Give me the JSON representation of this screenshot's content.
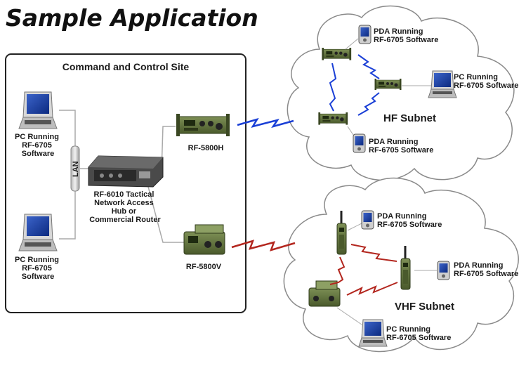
{
  "title": "Sample Application",
  "site": {
    "heading": "Command and Control Site",
    "pc_top": [
      "PC Running",
      "RF-6705",
      "Software"
    ],
    "pc_bottom": [
      "PC Running",
      "RF-6705",
      "Software"
    ],
    "lan": "LAN",
    "hub": [
      "RF-6010 Tactical",
      "Network Access",
      "Hub or",
      "Commercial Router"
    ],
    "radio_h": "RF-5800H",
    "radio_v": "RF-5800V"
  },
  "hf": {
    "label": "HF Subnet",
    "pda_top": [
      "PDA Running",
      "RF-6705 Software"
    ],
    "pc_right": [
      "PC Running",
      "RF-6705 Software"
    ],
    "pda_bottom": [
      "PDA Running",
      "RF-6705 Software"
    ]
  },
  "vhf": {
    "label": "VHF Subnet",
    "pda_top": [
      "PDA Running",
      "RF-6705 Software"
    ],
    "pda_right": [
      "PDA Running",
      "RF-6705 Software"
    ],
    "pc_bottom": [
      "PC Running",
      "RF-6705 Software"
    ]
  },
  "colors": {
    "hf_link": "#1a3fd6",
    "vhf_link": "#b3261e",
    "radio": "#5b6e3c",
    "cloud": "#8a8a8a"
  }
}
